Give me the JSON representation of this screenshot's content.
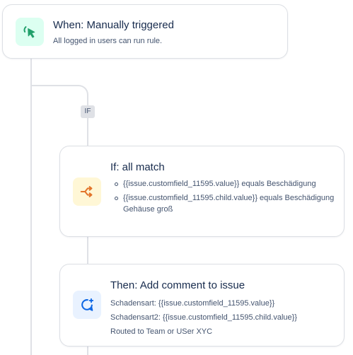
{
  "trigger": {
    "title": "When: Manually triggered",
    "subtitle": "All logged in users can run rule.",
    "icon": "cursor-click-icon",
    "icon_color": "#22a06b"
  },
  "branch": {
    "badge": "IF"
  },
  "condition": {
    "title": "If: all match",
    "icon": "branch-arrows-icon",
    "icon_color": "#e2742a",
    "items": [
      "{{issue.customfield_11595.value}} equals Beschädigung",
      "{{issue.customfield_11595.child.value}} equals Beschädigung Gehäuse groß"
    ]
  },
  "action": {
    "title": "Then: Add comment to issue",
    "icon": "comment-add-icon",
    "icon_color": "#0c66e4",
    "lines": [
      "Schadensart: {{issue.customfield_11595.value}}",
      "Schadensart2: {{issue.customfield_11595.child.value}}",
      "Routed to Team or USer XYC"
    ]
  }
}
